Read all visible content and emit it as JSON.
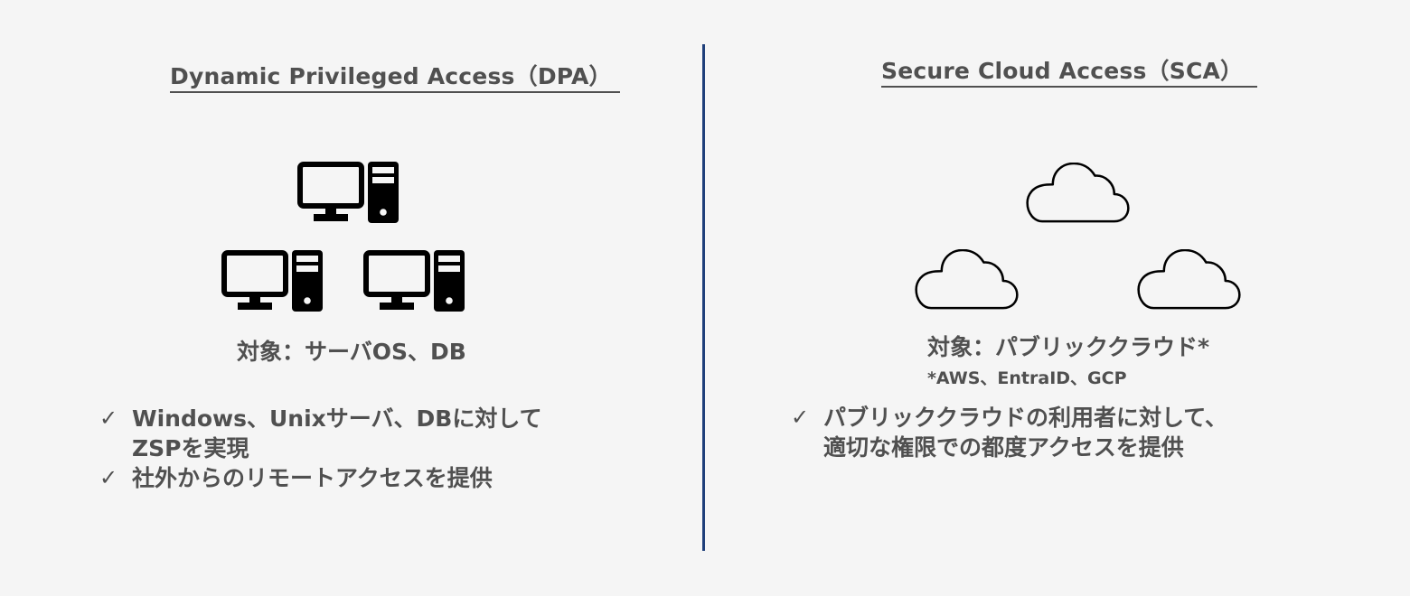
{
  "colors": {
    "background": "#f5f5f5",
    "text": "#505050",
    "divider": "#1f3f7a",
    "icon": "#000000"
  },
  "dpa": {
    "title": "Dynamic Privileged Access（DPA）",
    "icons": [
      "desktop-computer-icon",
      "desktop-computer-icon",
      "desktop-computer-icon"
    ],
    "target": "対象：サーバOS、DB",
    "bullets": [
      {
        "check": "✓",
        "text": "Windows、Unixサーバ、DBに対して",
        "text2": "ZSPを実現"
      },
      {
        "check": "✓",
        "text": "社外からのリモートアクセスを提供"
      }
    ]
  },
  "sca": {
    "title": "Secure Cloud Access（SCA）",
    "icons": [
      "cloud-icon",
      "cloud-icon",
      "cloud-icon"
    ],
    "target": "対象：パブリッククラウド*",
    "footnote": "*AWS、EntraID、GCP",
    "bullets": [
      {
        "check": "✓",
        "text": "パブリッククラウドの利用者に対して、",
        "text2": "適切な権限での都度アクセスを提供"
      }
    ]
  }
}
